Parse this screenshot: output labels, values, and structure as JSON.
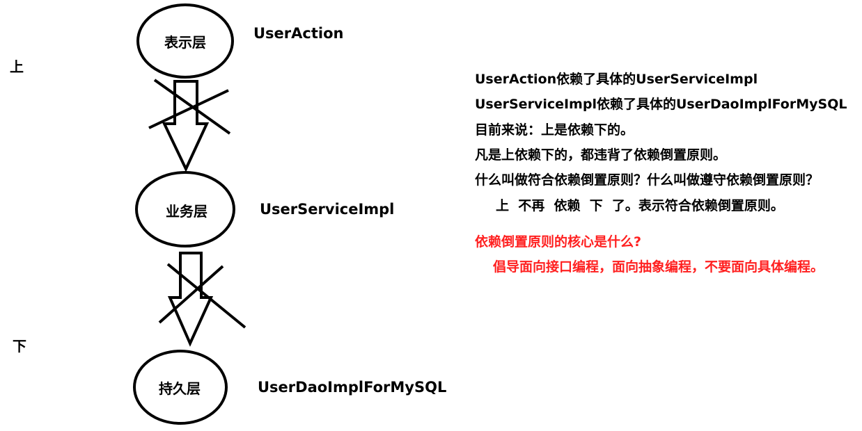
{
  "side_labels": {
    "top": "上",
    "bottom": "下"
  },
  "layers": [
    {
      "name": "表示层",
      "class": "UserAction"
    },
    {
      "name": "业务层",
      "class": "UserServiceImpl"
    },
    {
      "name": "持久层",
      "class": "UserDaoImplForMySQL"
    }
  ],
  "notes": [
    "UserAction依赖了具体的UserServiceImpl",
    "UserServiceImpl依赖了具体的UserDaoImplForMySQL",
    "目前来说：上是依赖下的。",
    "凡是上依赖下的，都违背了依赖倒置原则。",
    "什么叫做符合依赖倒置原则？什么叫做遵守依赖倒置原则？",
    "上  不再  依赖  下  了。表示符合依赖倒置原则。"
  ],
  "highlight_notes": [
    "依赖倒置原则的核心是什么?",
    "倡导面向接口编程，面向抽象编程，不要面向具体编程。"
  ],
  "colors": {
    "stroke": "#000000",
    "highlight": "#ff2020",
    "background": "#ffffff"
  }
}
